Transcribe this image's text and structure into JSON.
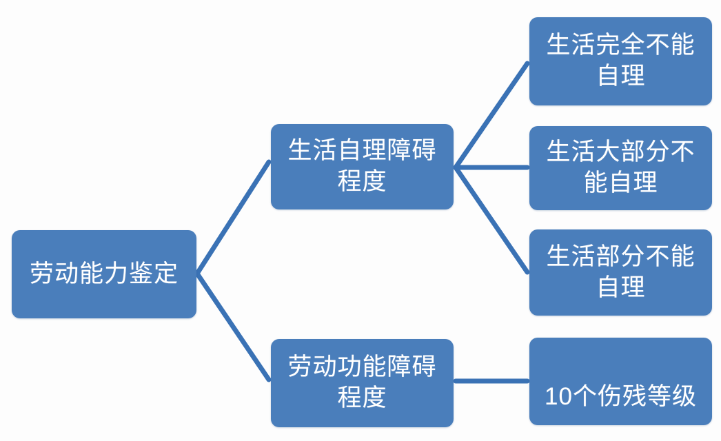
{
  "diagram": {
    "title": "劳动能力鉴定",
    "type": "tree",
    "accent_color": "#4a7ebb",
    "connector_color": "#3a72b5",
    "background_color": "#fdfdfd",
    "text_color": "#ffffff",
    "nodes": {
      "root": {
        "id": "root",
        "label": "劳动能力鉴定",
        "level": 0
      },
      "branch_self_care": {
        "id": "branch-self-care",
        "label": "生活自理障碍\n程度",
        "level": 1
      },
      "branch_work_ability": {
        "id": "branch-work-ability",
        "label": "劳动功能障碍\n程度",
        "level": 1
      },
      "leaf_total": {
        "id": "leaf-total",
        "label": "生活完全不能\n自理",
        "level": 2
      },
      "leaf_major": {
        "id": "leaf-major",
        "label": "生活大部分不\n能自理",
        "level": 2
      },
      "leaf_partial": {
        "id": "leaf-partial",
        "label": "生活部分不能\n自理",
        "level": 2
      },
      "leaf_grades": {
        "id": "leaf-grades",
        "label": "10个伤残等级",
        "level": 2
      }
    },
    "edges": [
      {
        "from": "root",
        "to": "branch_self_care",
        "style": "diagonal"
      },
      {
        "from": "root",
        "to": "branch_work_ability",
        "style": "diagonal"
      },
      {
        "from": "branch_self_care",
        "to": "leaf_total",
        "style": "diagonal"
      },
      {
        "from": "branch_self_care",
        "to": "leaf_major",
        "style": "straight"
      },
      {
        "from": "branch_self_care",
        "to": "leaf_partial",
        "style": "diagonal"
      },
      {
        "from": "branch_work_ability",
        "to": "leaf_grades",
        "style": "straight"
      }
    ]
  }
}
